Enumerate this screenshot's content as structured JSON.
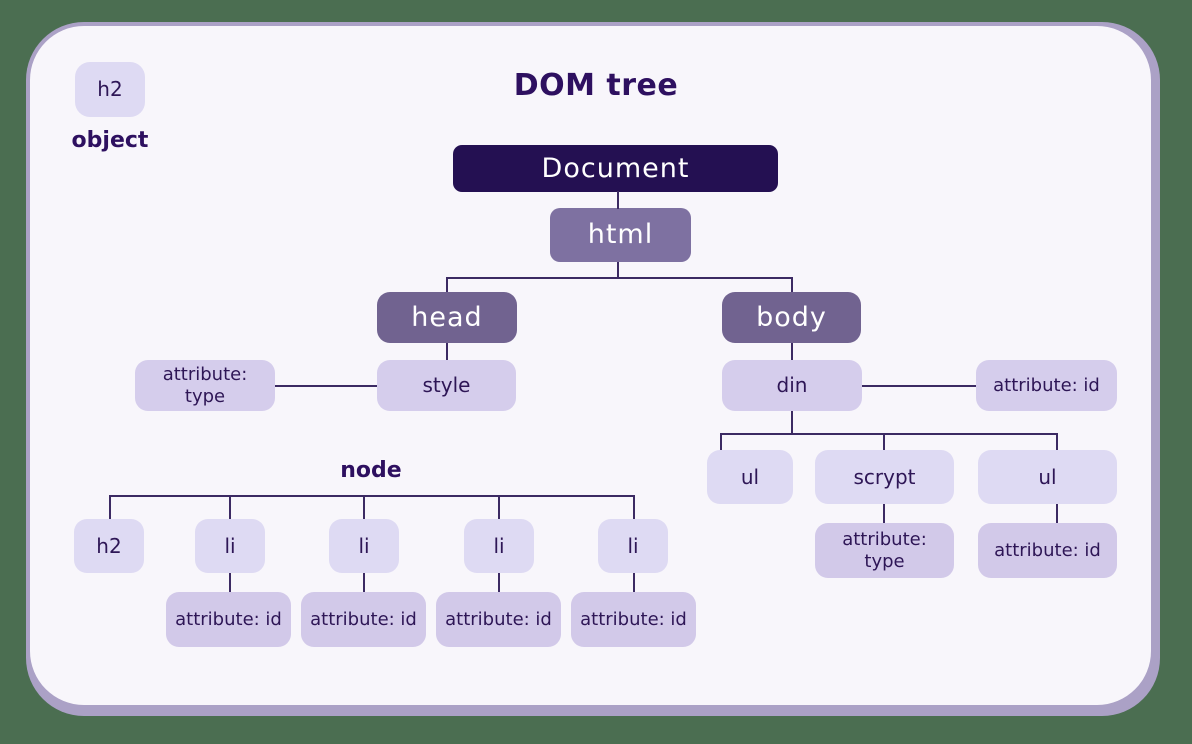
{
  "title": "DOM tree",
  "legend": {
    "box_label": "h2",
    "caption": "object"
  },
  "tree": {
    "document": "Document",
    "html": "html",
    "head": "head",
    "style": "style",
    "style_attribute": "attribute: type",
    "body": "body",
    "din": "din",
    "din_attribute": "attribute: id",
    "din_children": [
      {
        "label": "ul"
      },
      {
        "label": "scrypt",
        "attribute": "attribute: type"
      },
      {
        "label": "ul",
        "attribute": "attribute: id"
      }
    ]
  },
  "node_group": {
    "heading": "node",
    "children": [
      {
        "label": "h2"
      },
      {
        "label": "li",
        "attribute": "attribute: id"
      },
      {
        "label": "li",
        "attribute": "attribute: id"
      },
      {
        "label": "li",
        "attribute": "attribute: id"
      },
      {
        "label": "li",
        "attribute": "attribute: id"
      }
    ]
  },
  "colors": {
    "background": "#4b6e51",
    "card_background": "#f8f6fb",
    "card_border": "#aba1c6",
    "document_fill": "#241052",
    "html_fill": "#7e71a1",
    "head_body_fill": "#716390",
    "element_fill": "#d5cdec",
    "leaf_fill": "#dedaf3",
    "attribute_fill": "#d2c9e9",
    "text_dark": "#2e1656",
    "text_light": "#ffffff",
    "connector": "#3c2a63"
  }
}
